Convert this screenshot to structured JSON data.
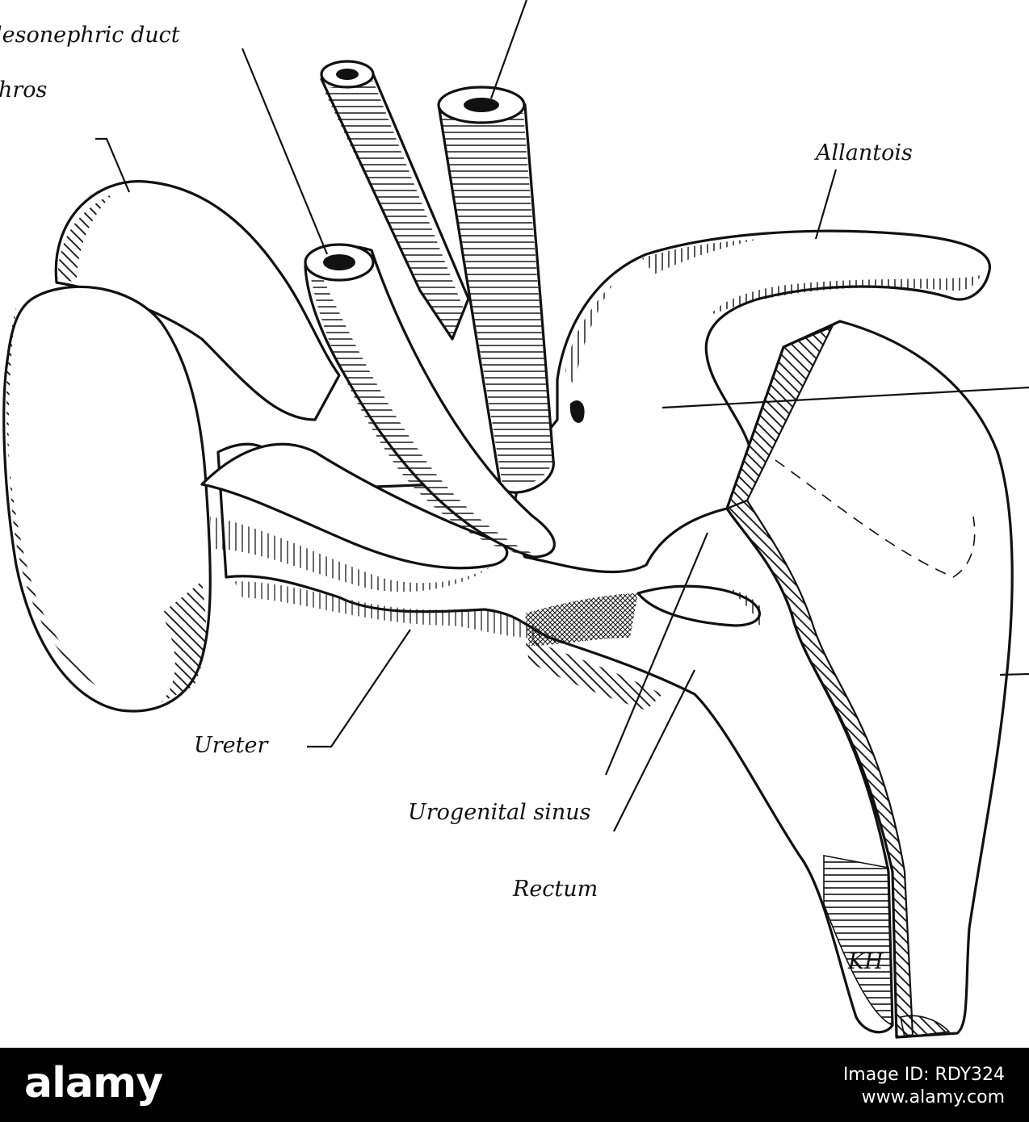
{
  "labels": {
    "mesonephric_duct": "lesonephric duct",
    "nephros": "hros",
    "allantois": "Allantois",
    "ureter": "Ureter",
    "urogenital_sinus": "Urogenital sinus",
    "rectum": "Rectum",
    "artist_initials": "KH"
  },
  "footer": {
    "brand": "alamy",
    "image_id": "Image ID: RDY324",
    "url": "www.alamy.com"
  },
  "colors": {
    "ink": "#111111",
    "paper": "#ffffff",
    "footer_bg": "#000000",
    "footer_text": "#ffffff"
  }
}
